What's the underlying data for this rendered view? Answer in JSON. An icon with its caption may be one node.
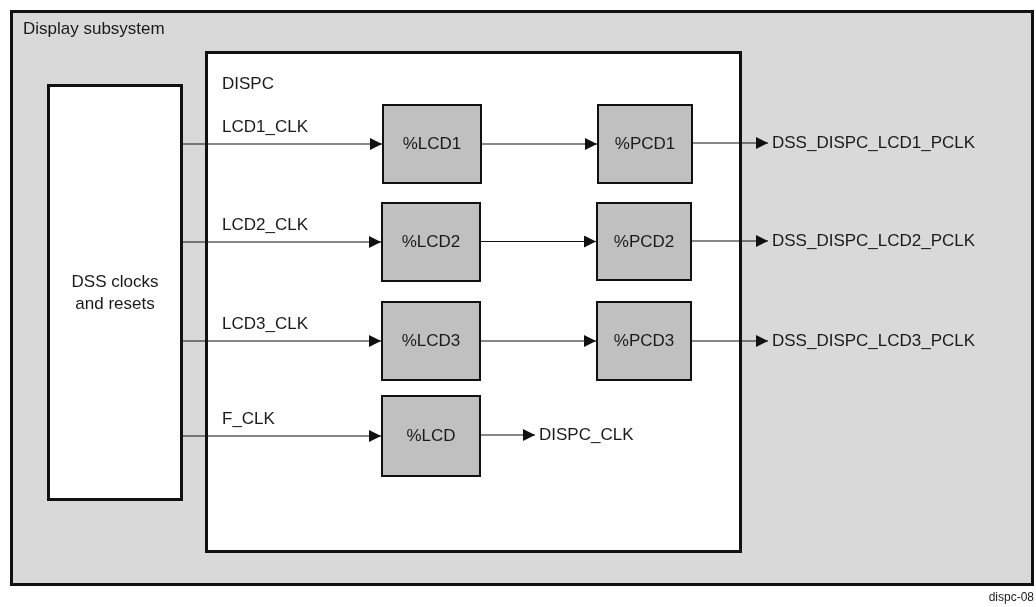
{
  "diagram": {
    "nodes": [
      {
        "text": [
          "Display subsystem"
        ]
      },
      {
        "text": [
          "DSS clocks and resets"
        ],
        "in": 0
      },
      {
        "text": [
          "DISPC"
        ],
        "in": 0
      },
      {
        "text": [
          "%LCD1"
        ],
        "in": 2
      },
      {
        "text": [
          "%PCD1"
        ],
        "in": 2
      },
      {
        "text": [
          "%LCD2"
        ],
        "in": 2
      },
      {
        "text": [
          "%PCD2"
        ],
        "in": 2
      },
      {
        "text": [
          "%LCD3"
        ],
        "in": 2
      },
      {
        "text": [
          "%PCD3"
        ],
        "in": 2
      },
      {
        "text": [
          "%LCD"
        ],
        "in": 2
      },
      {
        "text": [
          "DSS_DISPC_LCD1_PCLK"
        ],
        "in": 0
      },
      {
        "text": [
          "DSS_DISPC_LCD2_PCLK"
        ],
        "in": 0
      },
      {
        "text": [
          "DSS_DISPC_LCD3_PCLK"
        ],
        "in": 0
      },
      {
        "text": [
          "DISPC_CLK"
        ],
        "in": 2
      }
    ],
    "edges": [
      {
        "from": 1,
        "to": 3,
        "arrow": "to",
        "label": "LCD1_CLK"
      },
      {
        "from": 3,
        "to": 4,
        "arrow": "to"
      },
      {
        "from": 4,
        "to": 10,
        "arrow": "to"
      },
      {
        "from": 1,
        "to": 5,
        "arrow": "to",
        "label": "LCD2_CLK"
      },
      {
        "from": 5,
        "to": 6,
        "arrow": "to"
      },
      {
        "from": 6,
        "to": 11,
        "arrow": "to"
      },
      {
        "from": 1,
        "to": 7,
        "arrow": "to",
        "label": "LCD3_CLK"
      },
      {
        "from": 7,
        "to": 8,
        "arrow": "to"
      },
      {
        "from": 8,
        "to": 12,
        "arrow": "to"
      },
      {
        "from": 1,
        "to": 9,
        "arrow": "to",
        "label": "F_CLK"
      },
      {
        "from": 9,
        "to": 13,
        "arrow": "to"
      }
    ],
    "labels": [
      "dispc-08"
    ]
  }
}
